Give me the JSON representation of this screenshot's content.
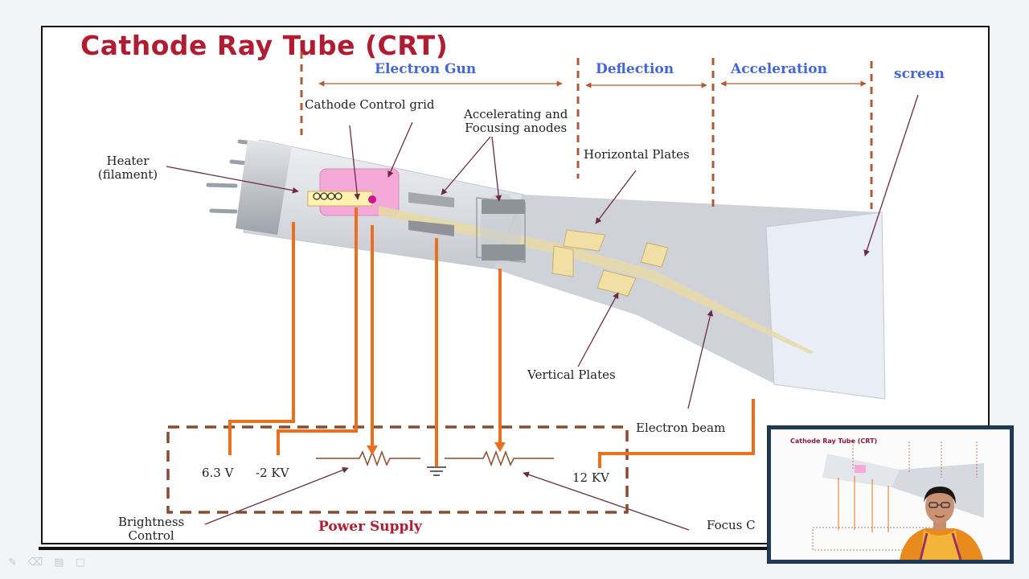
{
  "slide": {
    "title": "Cathode Ray Tube (CRT)"
  },
  "sections": {
    "electron_gun": "Electron Gun",
    "deflection": "Deflection",
    "acceleration": "Acceleration",
    "screen": "screen"
  },
  "labels": {
    "heater_line1": "Heater",
    "heater_line2": "(filament)",
    "cathode_control_grid": "Cathode  Control grid",
    "anodes_line1": "Accelerating and",
    "anodes_line2": "Focusing anodes",
    "horizontal_plates": "Horizontal Plates",
    "vertical_plates": "Vertical  Plates",
    "electron_beam": "Electron beam",
    "brightness_line1": "Brightness",
    "brightness_line2": "Control",
    "focus_control": "Focus C"
  },
  "power_supply": {
    "title": "Power Supply",
    "v1": "6.3 V",
    "v2": "-2 KV",
    "v3": "12 KV"
  },
  "inset": {
    "slide_title": "Cathode Ray Tube (CRT)"
  },
  "colors": {
    "title": "#b01c32",
    "section_labels": "#4466d4",
    "wires": "#e8701e",
    "dashed_lines": "#b05a35",
    "arrows": "#6a2a45"
  }
}
